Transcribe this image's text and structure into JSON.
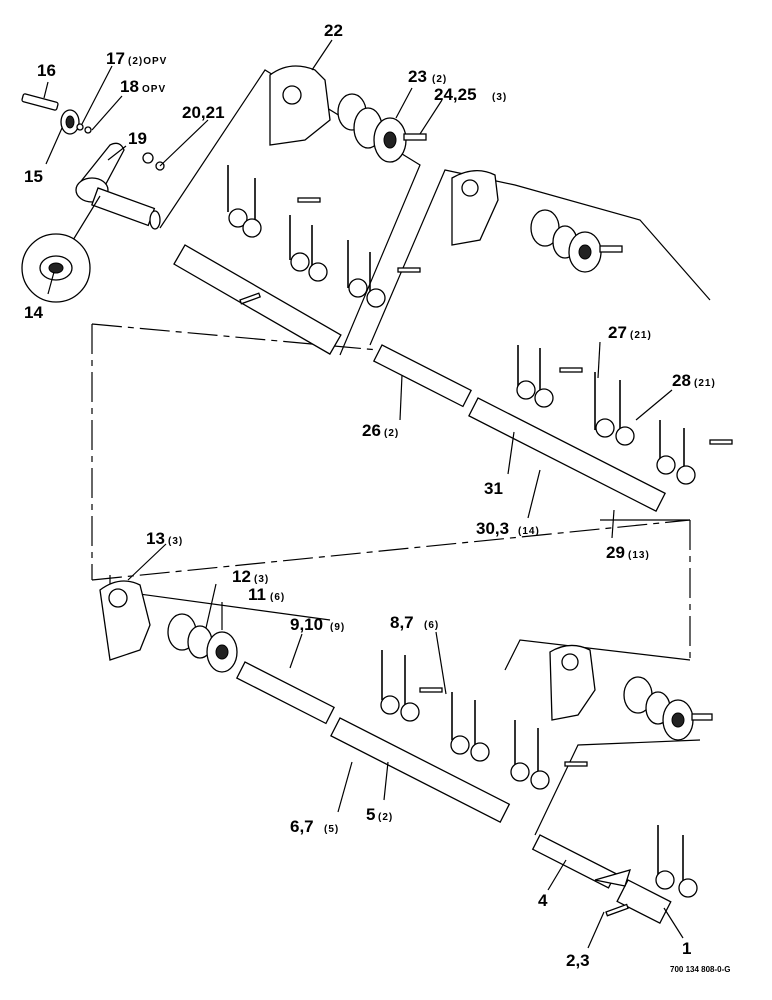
{
  "callouts": [
    {
      "id": "16",
      "text": "16",
      "qty": ""
    },
    {
      "id": "17",
      "text": "17",
      "qty": "(2)OPV"
    },
    {
      "id": "18",
      "text": "18",
      "qty": "OPV"
    },
    {
      "id": "15",
      "text": "15",
      "qty": ""
    },
    {
      "id": "19",
      "text": "19",
      "qty": ""
    },
    {
      "id": "20-21",
      "text": "20,21",
      "qty": ""
    },
    {
      "id": "22",
      "text": "22",
      "qty": ""
    },
    {
      "id": "23",
      "text": "23",
      "qty": "(2)"
    },
    {
      "id": "24-25",
      "text": "24,25",
      "qty": "(3)"
    },
    {
      "id": "14",
      "text": "14",
      "qty": ""
    },
    {
      "id": "27",
      "text": "27",
      "qty": "(21)"
    },
    {
      "id": "28",
      "text": "28",
      "qty": "(21)"
    },
    {
      "id": "26",
      "text": "26",
      "qty": "(2)"
    },
    {
      "id": "31",
      "text": "31",
      "qty": ""
    },
    {
      "id": "30-3",
      "text": "30,3",
      "qty": "(14)"
    },
    {
      "id": "29",
      "text": "29",
      "qty": "(13)"
    },
    {
      "id": "13",
      "text": "13",
      "qty": "(3)"
    },
    {
      "id": "12",
      "text": "12",
      "qty": "(3)"
    },
    {
      "id": "11",
      "text": "11",
      "qty": "(6)"
    },
    {
      "id": "9-10",
      "text": "9,10",
      "qty": "(9)"
    },
    {
      "id": "8-7",
      "text": "8,7",
      "qty": "(6)"
    },
    {
      "id": "6-7",
      "text": "6,7",
      "qty": "(5)"
    },
    {
      "id": "5",
      "text": "5",
      "qty": "(2)"
    },
    {
      "id": "4",
      "text": "4",
      "qty": ""
    },
    {
      "id": "2-3",
      "text": "2,3",
      "qty": ""
    },
    {
      "id": "1",
      "text": "1",
      "qty": ""
    }
  ],
  "figure_ref": "700 134 808-0-G"
}
